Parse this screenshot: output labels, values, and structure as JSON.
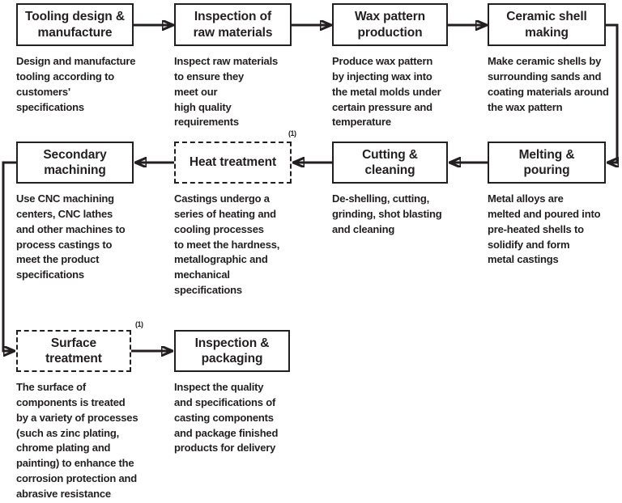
{
  "diagram": {
    "type": "process-flowchart",
    "colors": {
      "ink": "#231f20",
      "box_bg": "#ffffff",
      "background": "#ffffff"
    }
  },
  "nodes": [
    {
      "id": "tooling-design",
      "title": "Tooling design &\nmanufacture",
      "border": "solid",
      "desc": "Design and manufacture\ntooling according to\ncustomers'\nspecifications"
    },
    {
      "id": "inspection-raw-materials",
      "title": "Inspection of\nraw materials",
      "border": "solid",
      "desc": "Inspect raw materials\nto ensure they\nmeet our\nhigh quality\nrequirements"
    },
    {
      "id": "wax-pattern-production",
      "title": "Wax pattern\nproduction",
      "border": "solid",
      "desc": "Produce wax pattern\nby injecting wax into\nthe metal molds under\ncertain pressure and\ntemperature"
    },
    {
      "id": "ceramic-shell-making",
      "title": "Ceramic shell\nmaking",
      "border": "solid",
      "desc": "Make ceramic shells by\nsurrounding sands and\ncoating materials around\nthe wax pattern"
    },
    {
      "id": "secondary-machining",
      "title": "Secondary\nmachining",
      "border": "solid",
      "desc": "Use CNC machining\ncenters, CNC lathes\nand other machines to\nprocess castings to\nmeet the product\nspecifications"
    },
    {
      "id": "heat-treatment",
      "title": "Heat treatment",
      "border": "dashed",
      "footnote_marker": "(1)",
      "desc": "Castings undergo a\nseries of heating and\ncooling processes\nto meet the hardness,\nmetallographic and\nmechanical\nspecifications"
    },
    {
      "id": "cutting-cleaning",
      "title": "Cutting &\ncleaning",
      "border": "solid",
      "desc": "De-shelling, cutting,\ngrinding, shot blasting\nand cleaning"
    },
    {
      "id": "melting-pouring",
      "title": "Melting &\npouring",
      "border": "solid",
      "desc": "Metal alloys are\nmelted and poured into\npre-heated shells to\nsolidify and form\nmetal castings"
    },
    {
      "id": "surface-treatment",
      "title": "Surface\ntreatment",
      "border": "dashed",
      "footnote_marker": "(1)",
      "desc": "The surface of\ncomponents is treated\nby a variety of processes\n(such as zinc plating,\nchrome plating and\npainting) to enhance the\ncorrosion protection and\nabrasive resistance"
    },
    {
      "id": "inspection-packaging",
      "title": "Inspection &\npackaging",
      "border": "solid",
      "desc": "Inspect the quality\nand specifications of\ncasting components\nand package finished\nproducts for delivery"
    }
  ],
  "edges": [
    {
      "from": "tooling-design",
      "to": "inspection-raw-materials"
    },
    {
      "from": "inspection-raw-materials",
      "to": "wax-pattern-production"
    },
    {
      "from": "wax-pattern-production",
      "to": "ceramic-shell-making"
    },
    {
      "from": "ceramic-shell-making",
      "to": "melting-pouring"
    },
    {
      "from": "melting-pouring",
      "to": "cutting-cleaning"
    },
    {
      "from": "cutting-cleaning",
      "to": "heat-treatment"
    },
    {
      "from": "heat-treatment",
      "to": "secondary-machining"
    },
    {
      "from": "secondary-machining",
      "to": "surface-treatment"
    },
    {
      "from": "surface-treatment",
      "to": "inspection-packaging"
    }
  ]
}
